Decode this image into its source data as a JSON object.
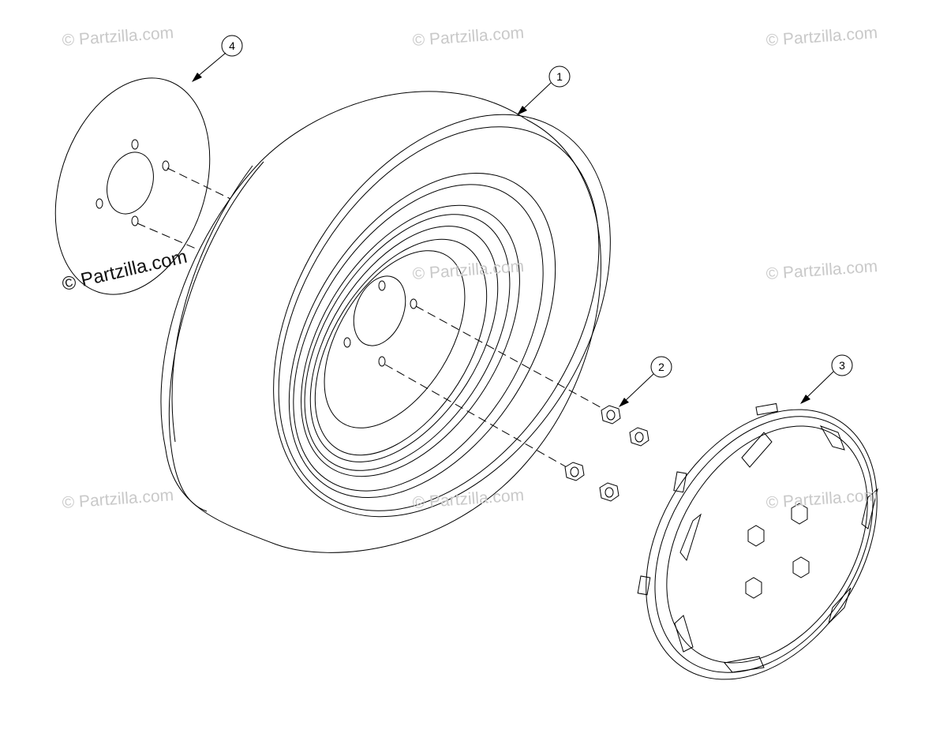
{
  "watermark_text": "© Partzilla.com",
  "callouts": [
    {
      "label": "1",
      "part": "wheel-tire"
    },
    {
      "label": "2",
      "part": "lug-nut"
    },
    {
      "label": "3",
      "part": "hub-cap"
    },
    {
      "label": "4",
      "part": "back-plate"
    }
  ],
  "colors": {
    "line": "#000000",
    "watermark": "#c9c9c9",
    "background": "#ffffff"
  }
}
